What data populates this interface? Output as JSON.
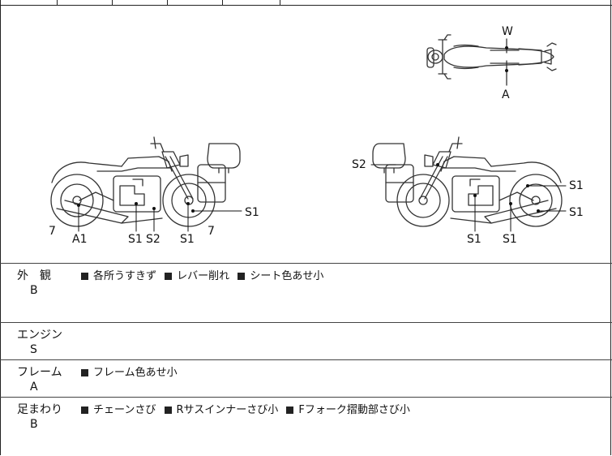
{
  "top_partial_text": "",
  "diagram": {
    "top_view_labels": {
      "top": "W",
      "bottom": "A"
    },
    "left_view_labels": [
      "7",
      "A1",
      "S1",
      "S2",
      "S1",
      "7",
      "S1"
    ],
    "right_view_labels": [
      "S2",
      "S1",
      "S1",
      "S1",
      "S1"
    ]
  },
  "sections": [
    {
      "label": "外　観",
      "grade": "B",
      "notes": [
        "各所うすきず",
        "レバー削れ",
        "シート色あせ小"
      ]
    },
    {
      "label": "エンジン",
      "grade": "S",
      "notes": []
    },
    {
      "label": "フレーム",
      "grade": "A",
      "notes": [
        "フレーム色あせ小"
      ]
    },
    {
      "label": "足まわり",
      "grade": "B",
      "notes": [
        "チェーンさび",
        "Rサスインナーさび小",
        "Fフォーク摺動部さび小"
      ]
    }
  ]
}
